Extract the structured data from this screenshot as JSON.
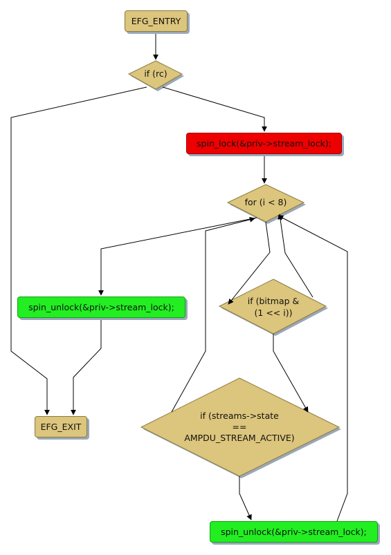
{
  "nodes": {
    "efg_entry": "EFG_ENTRY",
    "if_rc": "if (rc)",
    "spin_lock": "spin_lock(&priv->stream_lock);",
    "for_loop": "for (i < 8)",
    "spin_unlock_left": "spin_unlock(&priv->stream_lock);",
    "if_bitmap_line1": "if (bitmap &",
    "if_bitmap_line2": "(1 << i))",
    "efg_exit": "EFG_EXIT",
    "if_streams_line1": "if (streams->state",
    "if_streams_line2": "==",
    "if_streams_line3": "AMPDU_STREAM_ACTIVE)",
    "spin_unlock_bottom": "spin_unlock(&priv->stream_lock);"
  },
  "colors": {
    "decision_fill": "#dcc57c",
    "lock_fill": "#ee0000",
    "unlock_fill": "#22ee22",
    "edge": "#000000",
    "shadow": "#9aa8b8"
  }
}
